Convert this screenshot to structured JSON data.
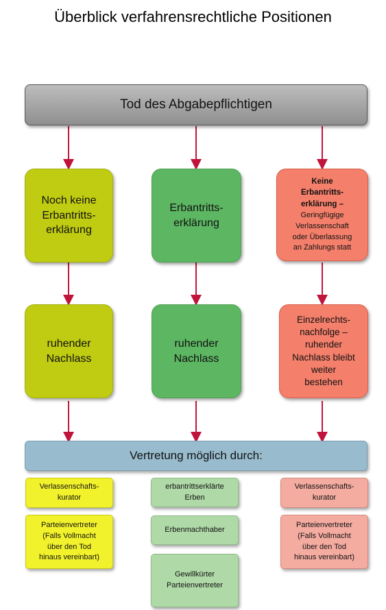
{
  "title": "Überblick verfahrensrechtliche Positionen",
  "top_box": "Tod des Abgabepflichtigen",
  "columns": [
    {
      "stage1": "Noch keine\nErbantritts-\nerklärung",
      "stage2": "ruhender\nNachlass",
      "options": [
        "Verlassenschafts-\nkurator",
        "Parteienvertreter\n(Falls Vollmacht\nüber den Tod\nhinaus vereinbart)"
      ]
    },
    {
      "stage1": "Erbantritts-\nerklärung",
      "stage2": "ruhender\nNachlass",
      "options": [
        "erbantrittserklärte\nErben",
        "Erbenmachthaber",
        "Gewillkürter\nParteienvertreter"
      ]
    },
    {
      "stage1_bold": "Keine\nErbantritts-\nerklärung –",
      "stage1_rest": "Geringfügige\nVerlassenschaft\noder Überlassung\nan Zahlungs statt",
      "stage2": "Einzelrechts-\nnachfolge –\nruhender\nNachlass bleibt\nweiter\nbestehen",
      "options": [
        "Verlassenschafts-\nkurator",
        "Parteienvertreter\n(Falls Vollmacht\nüber den Tod\nhinaus vereinbart)"
      ]
    }
  ],
  "representation_box": "Vertretung möglich durch:",
  "colors": {
    "arrow": "#c0143c",
    "yellow_green": "#bfcc11",
    "green": "#5db662",
    "red": "#f47f6b",
    "blue": "#98bccd"
  }
}
